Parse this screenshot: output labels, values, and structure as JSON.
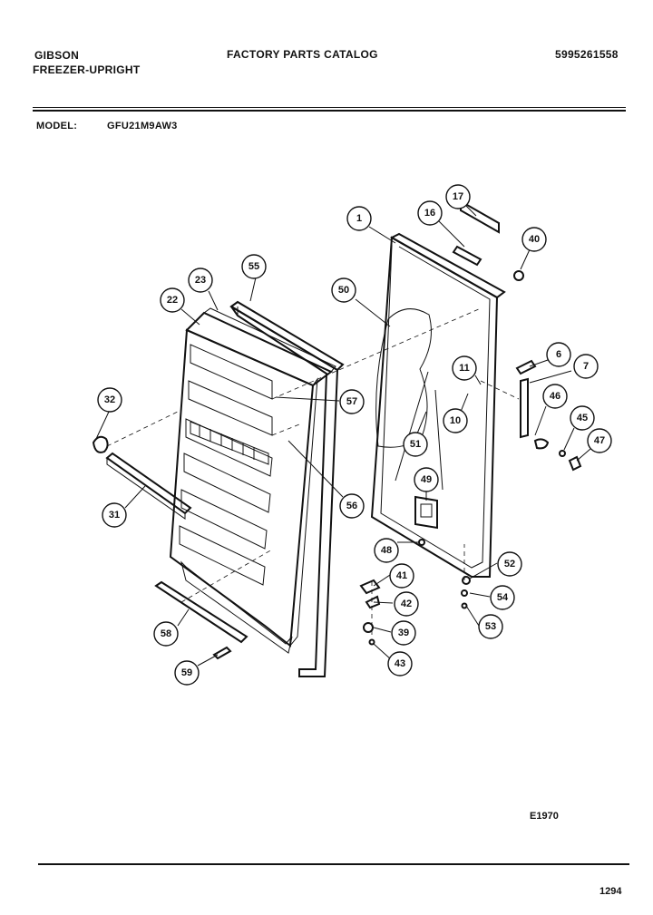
{
  "header": {
    "brand": "GIBSON",
    "product": "FREEZER-UPRIGHT",
    "catalog_title": "FACTORY PARTS CATALOG",
    "part_number": "5995261558"
  },
  "model": {
    "label": "MODEL:",
    "value": "GFU21M9AW3"
  },
  "footer": {
    "figure_code": "E1970",
    "page_code": "1294"
  },
  "callouts": [
    "1",
    "16",
    "17",
    "40",
    "55",
    "23",
    "22",
    "50",
    "6",
    "7",
    "11",
    "10",
    "46",
    "45",
    "47",
    "32",
    "57",
    "51",
    "49",
    "56",
    "31",
    "48",
    "52",
    "41",
    "54",
    "42",
    "39",
    "53",
    "58",
    "43",
    "59"
  ]
}
